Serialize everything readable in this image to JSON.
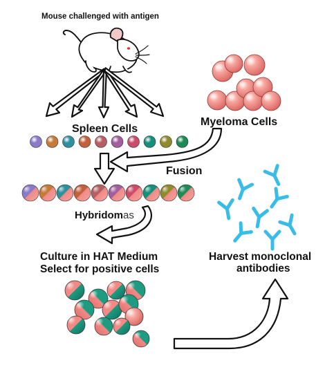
{
  "labels": {
    "mouse": "Mouse challenged with antigen",
    "spleen": "Spleen Cells",
    "myeloma": "Myeloma Cells",
    "fusion": "Fusion",
    "hybridoma_bold": "Hybridom",
    "hybridoma_light": "as",
    "culture_line1": "Culture in HAT Medium",
    "culture_line2": "Select for positive cells",
    "harvest_line1": "Harvest monoclonal",
    "harvest_line2": "antibodies"
  },
  "colors": {
    "outline": "#111111",
    "myeloma_pink": "#f08a86",
    "antibody_blue": "#39bde6",
    "hybrid_teal": "#1d9c82"
  },
  "spleen_cell_colors": [
    "#8a7ac8",
    "#c57a3a",
    "#2f8f9f",
    "#c2603e",
    "#b55f63",
    "#a25e9c",
    "#c94d6a",
    "#168f7a",
    "#8f8a2c",
    "#1f8a56"
  ],
  "hybridoma_cell_colors": [
    "#8a7ac8",
    "#c57a3a",
    "#2f8f9f",
    "#c2603e",
    "#b55f63",
    "#a25e9c",
    "#c94d6a",
    "#168f7a",
    "#8f8a2c",
    "#1f8a56"
  ]
}
